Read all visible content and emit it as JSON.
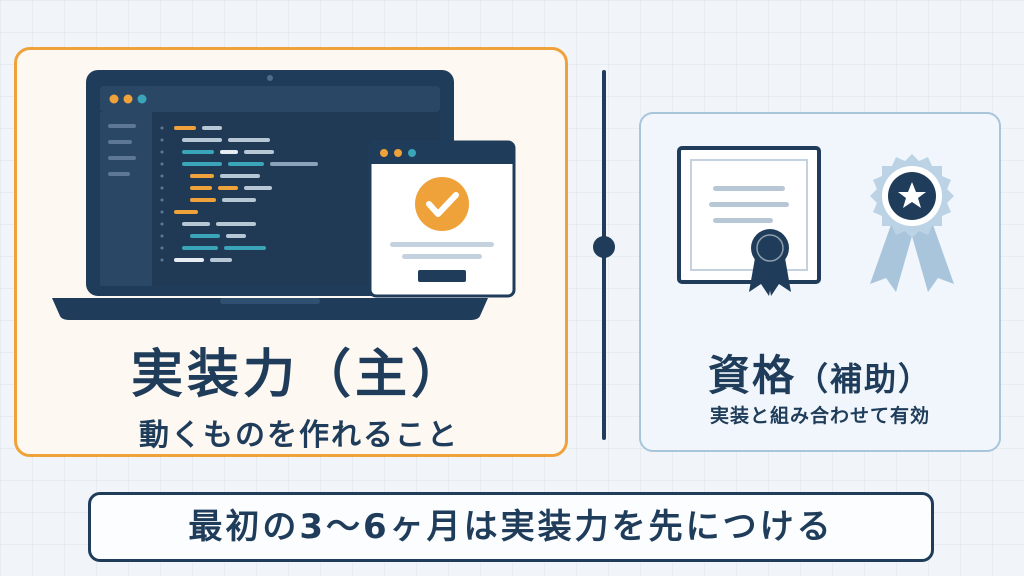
{
  "left_panel": {
    "title": "実装力（主）",
    "subtitle": "動くものを作れること"
  },
  "right_panel": {
    "title_main": "資格",
    "title_paren": "（補助）",
    "subtitle": "実装と組み合わせて有効"
  },
  "banner": {
    "text": "最初の3～6ヶ月は実装力を先につける"
  },
  "colors": {
    "navy": "#1f3d5a",
    "orange": "#f0a23a",
    "teal": "#3aa5b8",
    "light_blue": "#a9c5dc"
  },
  "icons": [
    "laptop-code-icon",
    "browser-checkmark-icon",
    "certificate-icon",
    "award-ribbon-icon"
  ]
}
